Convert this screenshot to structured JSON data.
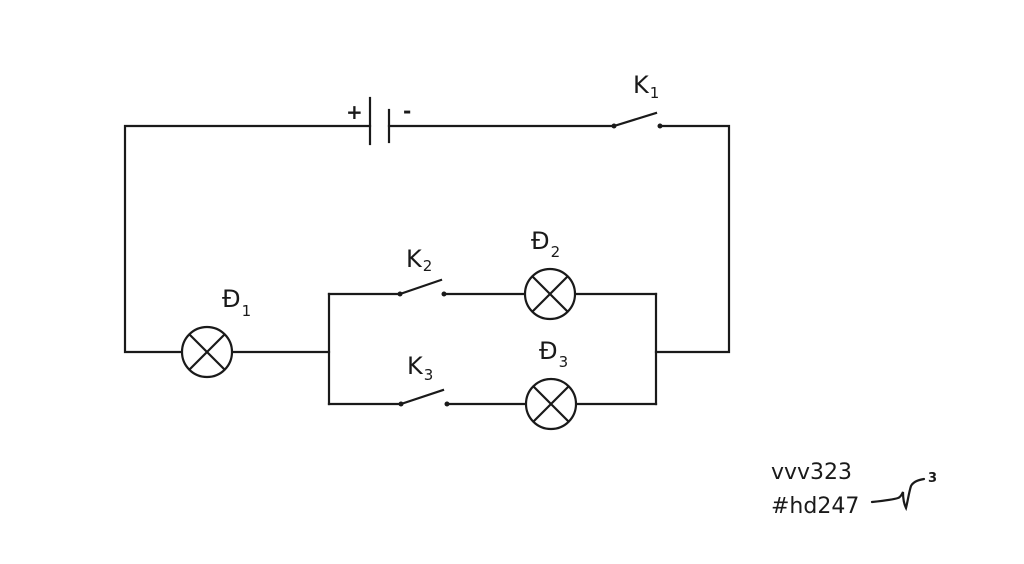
{
  "battery": {
    "plus": "+",
    "minus": "-"
  },
  "switches": [
    {
      "letter": "K",
      "sub": "1"
    },
    {
      "letter": "K",
      "sub": "2"
    },
    {
      "letter": "K",
      "sub": "3"
    }
  ],
  "lamps": [
    {
      "letter": "Đ",
      "sub": "1"
    },
    {
      "letter": "Đ",
      "sub": "2"
    },
    {
      "letter": "Đ",
      "sub": "3"
    }
  ],
  "watermark": {
    "line1": "vvv323",
    "line2": "#hd247",
    "signature_mark": "3"
  }
}
